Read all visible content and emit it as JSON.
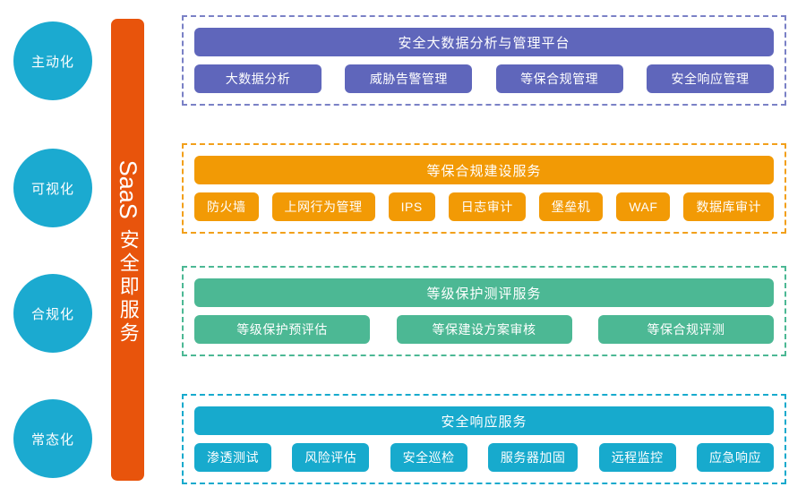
{
  "spine": {
    "latin_label": "SaaS",
    "cjk_label": "安全即服务",
    "color": "#E8540C"
  },
  "stages": [
    {
      "label": "主动化",
      "color": "#1BAAD0"
    },
    {
      "label": "可视化",
      "color": "#1BAAD0"
    },
    {
      "label": "合规化",
      "color": "#1BAAD0"
    },
    {
      "label": "常态化",
      "color": "#1BAAD0"
    }
  ],
  "blocks": [
    {
      "banner": "安全大数据分析与管理平台",
      "color": "#5F66BB",
      "border_color": "#7A81C6",
      "items": [
        {
          "label": "大数据分析"
        },
        {
          "label": "威胁告警管理"
        },
        {
          "label": "等保合规管理"
        },
        {
          "label": "安全响应管理"
        }
      ]
    },
    {
      "banner": "等保合规建设服务",
      "color": "#F29A05",
      "border_color": "#F2A01B",
      "items": [
        {
          "label": "防火墙"
        },
        {
          "label": "上网行为管理"
        },
        {
          "label": "IPS"
        },
        {
          "label": "日志审计"
        },
        {
          "label": "堡垒机"
        },
        {
          "label": "WAF"
        },
        {
          "label": "数据库审计"
        }
      ]
    },
    {
      "banner": "等级保护测评服务",
      "color": "#4CB894",
      "border_color": "#4CB894",
      "items": [
        {
          "label": "等级保护预评估"
        },
        {
          "label": "等保建设方案审核"
        },
        {
          "label": "等保合规评测"
        }
      ]
    },
    {
      "banner": "安全响应服务",
      "color": "#17AACD",
      "border_color": "#17AACD",
      "items": [
        {
          "label": "渗透测试"
        },
        {
          "label": "风险评估"
        },
        {
          "label": "安全巡检"
        },
        {
          "label": "服务器加固"
        },
        {
          "label": "远程监控"
        },
        {
          "label": "应急响应"
        }
      ]
    }
  ]
}
